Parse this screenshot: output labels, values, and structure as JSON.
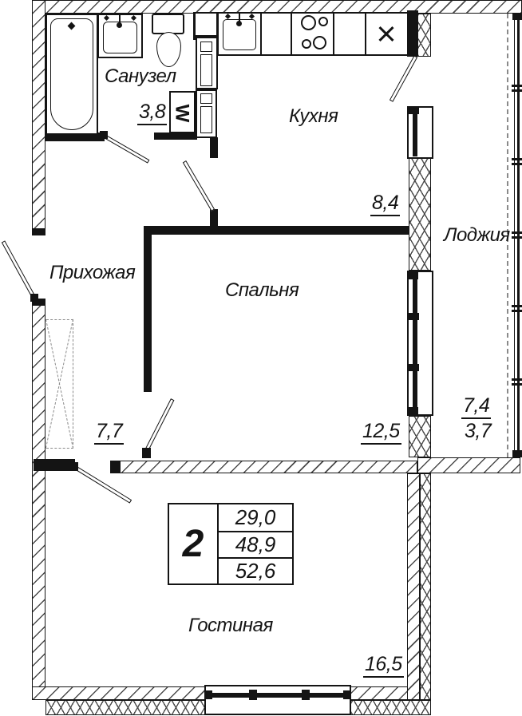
{
  "rooms": {
    "bathroom": {
      "name": "Санузел",
      "area": "3,8"
    },
    "kitchen": {
      "name": "Кухня",
      "area": "8,4"
    },
    "loggia": {
      "name": "Лоджия",
      "area_full": "7,4",
      "area_counted": "3,7"
    },
    "hallway": {
      "name": "Прихожая",
      "area": "7,7"
    },
    "bedroom": {
      "name": "Спальня",
      "area": "12,5"
    },
    "living_room": {
      "name": "Гостиная",
      "area": "16,5"
    }
  },
  "info_stamp": {
    "room_count": "2",
    "areas": [
      "29,0",
      "48,9",
      "52,6"
    ]
  },
  "fixtures": {
    "washing_machine_label": "W"
  },
  "colors": {
    "line": "#141414",
    "hatch": "#4a4a4a",
    "background": "#ffffff"
  }
}
